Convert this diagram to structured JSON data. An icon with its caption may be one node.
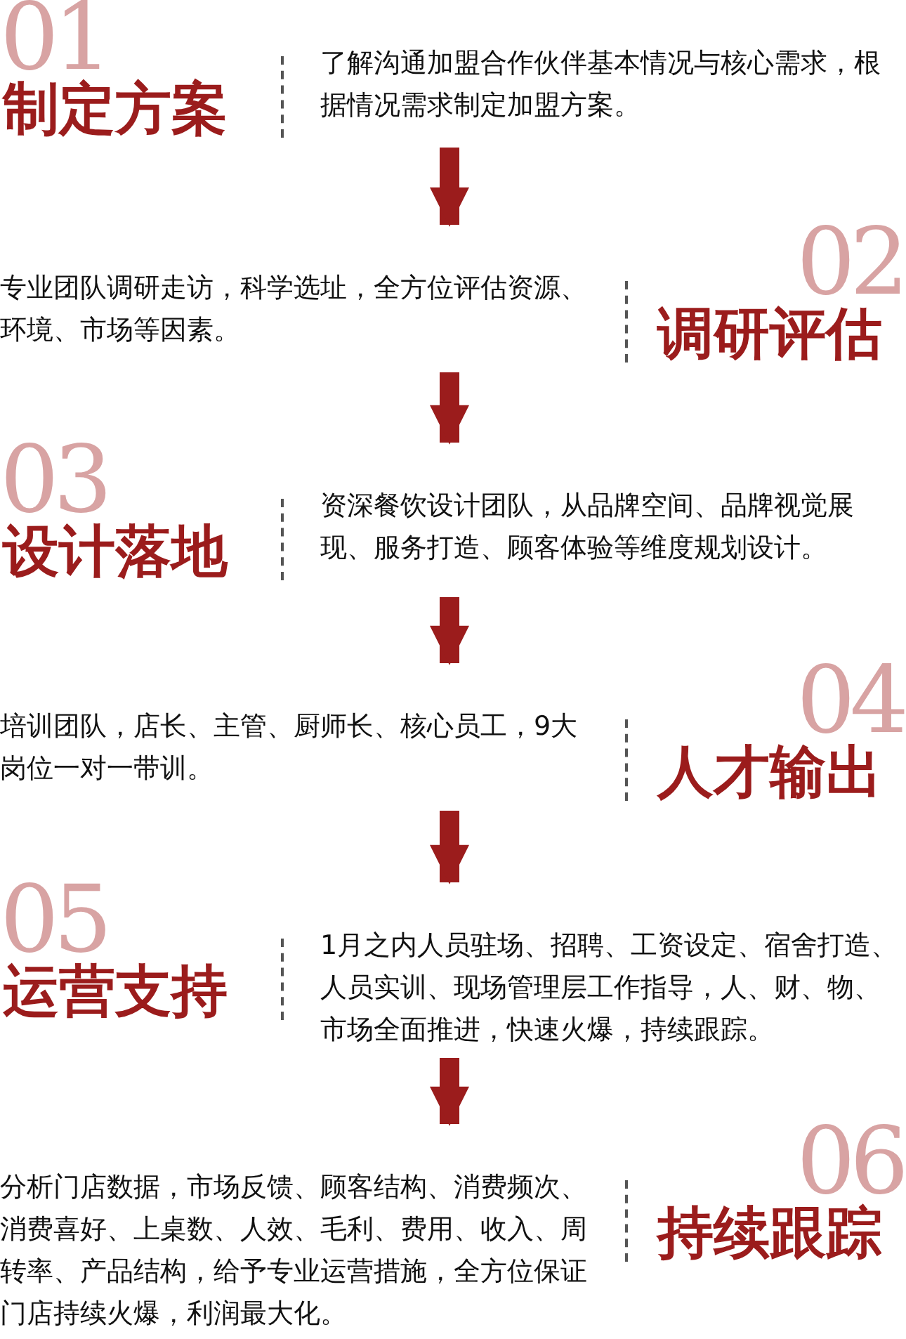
{
  "diagram": {
    "nodes": [
      {
        "text": [
          "01",
          "制定方案",
          "了解沟通加盟合作伙伴基本情况与核心需求，根据情况需求制定加盟方案。"
        ]
      },
      {
        "text": [
          "专业团队调研走访，科学选址，全方位评估资源、环境、市场等因素。",
          "02",
          "调研评估"
        ]
      },
      {
        "text": [
          "03",
          "设计落地",
          "资深餐饮设计团队，从品牌空间、品牌视觉展现、服务打造、顾客体验等维度规划设计。"
        ]
      },
      {
        "text": [
          "培训团队，店长、主管、厨师长、核心员工，9大岗位一对一带训。",
          "04",
          "人才输出"
        ]
      },
      {
        "text": [
          "05",
          "运营支持",
          "1月之内人员驻场、招聘、工资设定、宿舍打造、人员实训、现场管理层工作指导，人、财、物、市场全面推进，快速火爆，持续跟踪。"
        ]
      },
      {
        "text": [
          "分析门店数据，市场反馈、顾客结构、消费频次、消费喜好、上桌数、人效、毛利、费用、收入、周转率、产品结构，给予专业运营措施，全方位保证门店持续火爆，利润最大化。",
          "06",
          "持续跟踪"
        ]
      }
    ],
    "edges": [
      {
        "from": 0,
        "to": 1,
        "arrow": "to"
      },
      {
        "from": 1,
        "to": 2,
        "arrow": "to"
      },
      {
        "from": 2,
        "to": 3,
        "arrow": "to"
      },
      {
        "from": 3,
        "to": 4,
        "arrow": "to"
      },
      {
        "from": 4,
        "to": 5,
        "arrow": "to"
      }
    ]
  }
}
